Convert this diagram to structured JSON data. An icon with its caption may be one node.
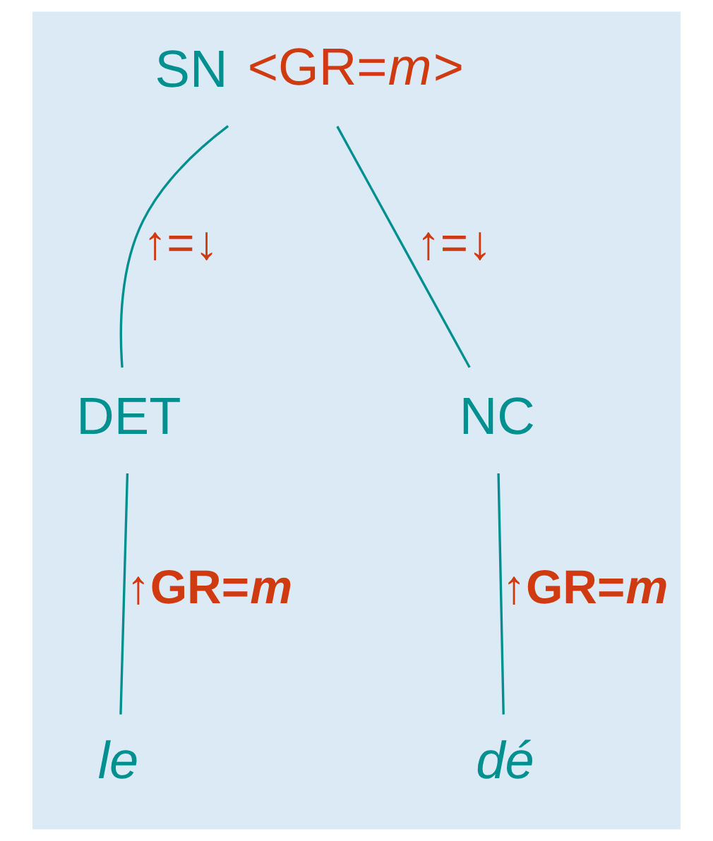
{
  "diagram": {
    "nodes": [
      {
        "text": [
          "SN"
        ],
        "beside": [
          "<GR=*m*>"
        ]
      },
      {
        "text": [
          "DET"
        ]
      },
      {
        "text": [
          "NC"
        ]
      },
      {
        "text": [
          "le"
        ]
      },
      {
        "text": [
          "dé"
        ]
      }
    ],
    "edges": [
      {
        "from": 0,
        "to": 1,
        "arrow": "none",
        "label": "↑=↓"
      },
      {
        "from": 0,
        "to": 2,
        "arrow": "none",
        "label": "↑=↓"
      },
      {
        "from": 1,
        "to": 3,
        "arrow": "none",
        "label": "↑GR=*m*"
      },
      {
        "from": 2,
        "to": 4,
        "arrow": "none",
        "label": "↑GR=*m*"
      }
    ]
  }
}
